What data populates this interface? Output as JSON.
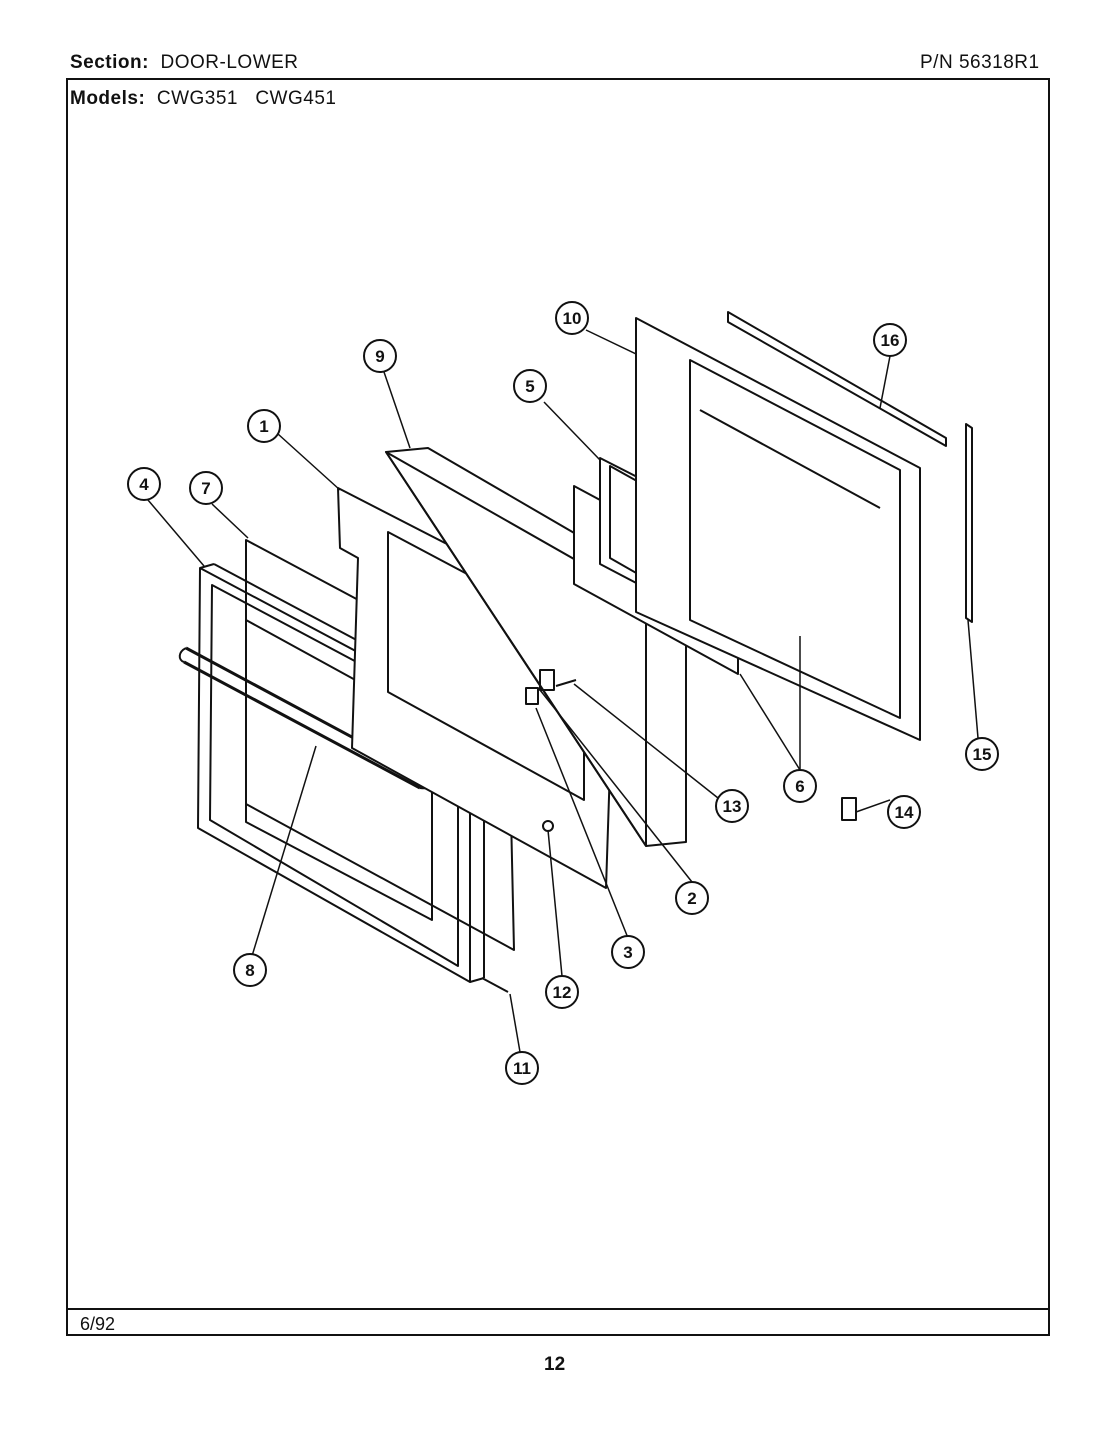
{
  "header": {
    "section_label": "Section:",
    "section_value": "DOOR-LOWER",
    "part_number": "P/N 56318R1",
    "models_label": "Models:",
    "models": [
      "CWG351",
      "CWG451"
    ]
  },
  "footer": {
    "date": "6/92",
    "page_number": "12"
  },
  "callouts": [
    "1",
    "2",
    "3",
    "4",
    "5",
    "6",
    "7",
    "8",
    "9",
    "10",
    "11",
    "12",
    "13",
    "14",
    "15",
    "16"
  ]
}
